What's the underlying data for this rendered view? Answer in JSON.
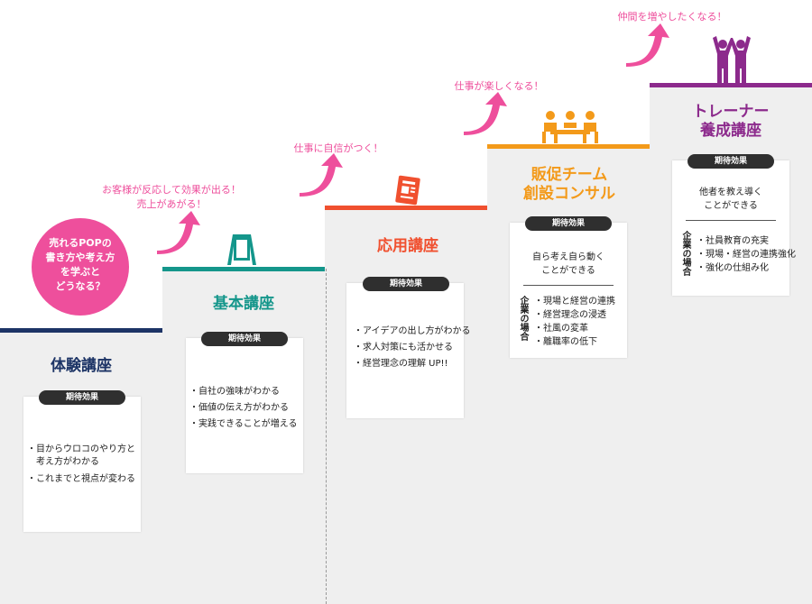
{
  "bubble": {
    "lines": [
      "売れるPOPの",
      "書き方や考え方",
      "を学ぶと",
      "どうなる？"
    ]
  },
  "messages": {
    "m1": [
      "お客様が反応して効果が出る！",
      "売上があがる！"
    ],
    "m2": "仕事に自信がつく！",
    "m3": "仕事が楽しくなる！",
    "m4": "仲間を増やしたくなる！"
  },
  "badge_label": "期待効果",
  "steps": [
    {
      "title": "体験講座",
      "color": "#1d3466",
      "items": [
        "・目からウロコのやり方と",
        "　考え方がわかる",
        "・これまでと視点が変わる"
      ]
    },
    {
      "title": "基本講座",
      "color": "#14968b",
      "items": [
        "・自社の強味がわかる",
        "・価値の伝え方がわかる",
        "・実践できることが増える"
      ]
    },
    {
      "title": "応用講座",
      "color": "#f0502f",
      "items": [
        "・アイデアの出し方がわかる",
        "・求人対策にも活かせる",
        "・経営理念の理解 UP!!"
      ]
    },
    {
      "title": [
        "販促チーム",
        "創設コンサル"
      ],
      "color": "#f39a1a",
      "top": [
        "自ら考え自ら動く",
        "ことができる"
      ],
      "side_label": "企業の場合",
      "items": [
        "・現場と経営の連携",
        "・経営理念の浸透",
        "・社風の変革",
        "・離職率の低下"
      ]
    },
    {
      "title": [
        "トレーナー",
        "養成講座"
      ],
      "color": "#8c2a8c",
      "top": [
        "他者を教え導く",
        "ことができる"
      ],
      "side_label": "企業の場合",
      "items": [
        "・社員教育の充実",
        "・現場・経営の連携強化",
        "・強化の仕組み化"
      ]
    }
  ],
  "colors": {
    "pink": "#ee4f9c",
    "step_fill": "#efefef"
  }
}
